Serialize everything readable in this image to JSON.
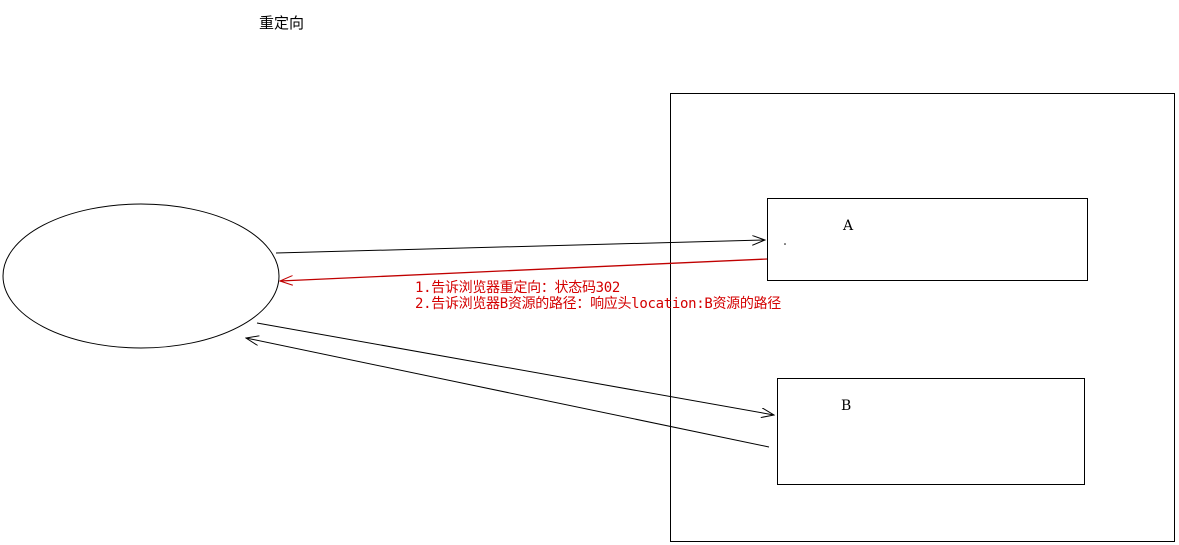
{
  "diagram": {
    "title": "重定向",
    "box_a_label": "A",
    "box_b_label": "B",
    "note_line1": "1.告诉浏览器重定向：状态码302",
    "note_line2": "2.告诉浏览器B资源的路径：响应头location:B资源的路径",
    "colors": {
      "line": "#000000",
      "redirect": "#c00000",
      "note": "#d40000"
    }
  }
}
